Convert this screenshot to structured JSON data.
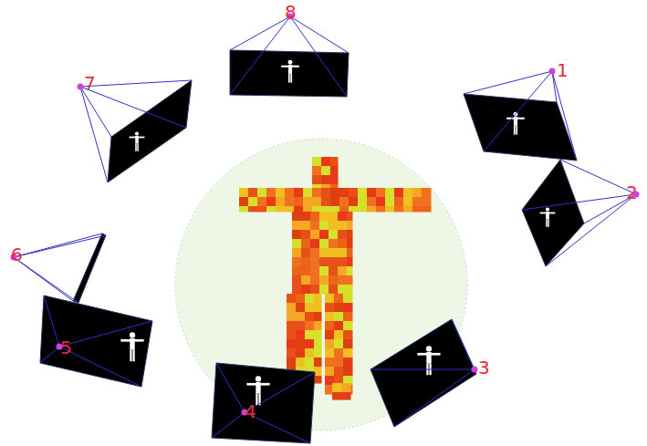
{
  "diagram": {
    "labels": [
      "8",
      "7",
      "1",
      "2",
      "6",
      "5",
      "3",
      "4"
    ]
  }
}
